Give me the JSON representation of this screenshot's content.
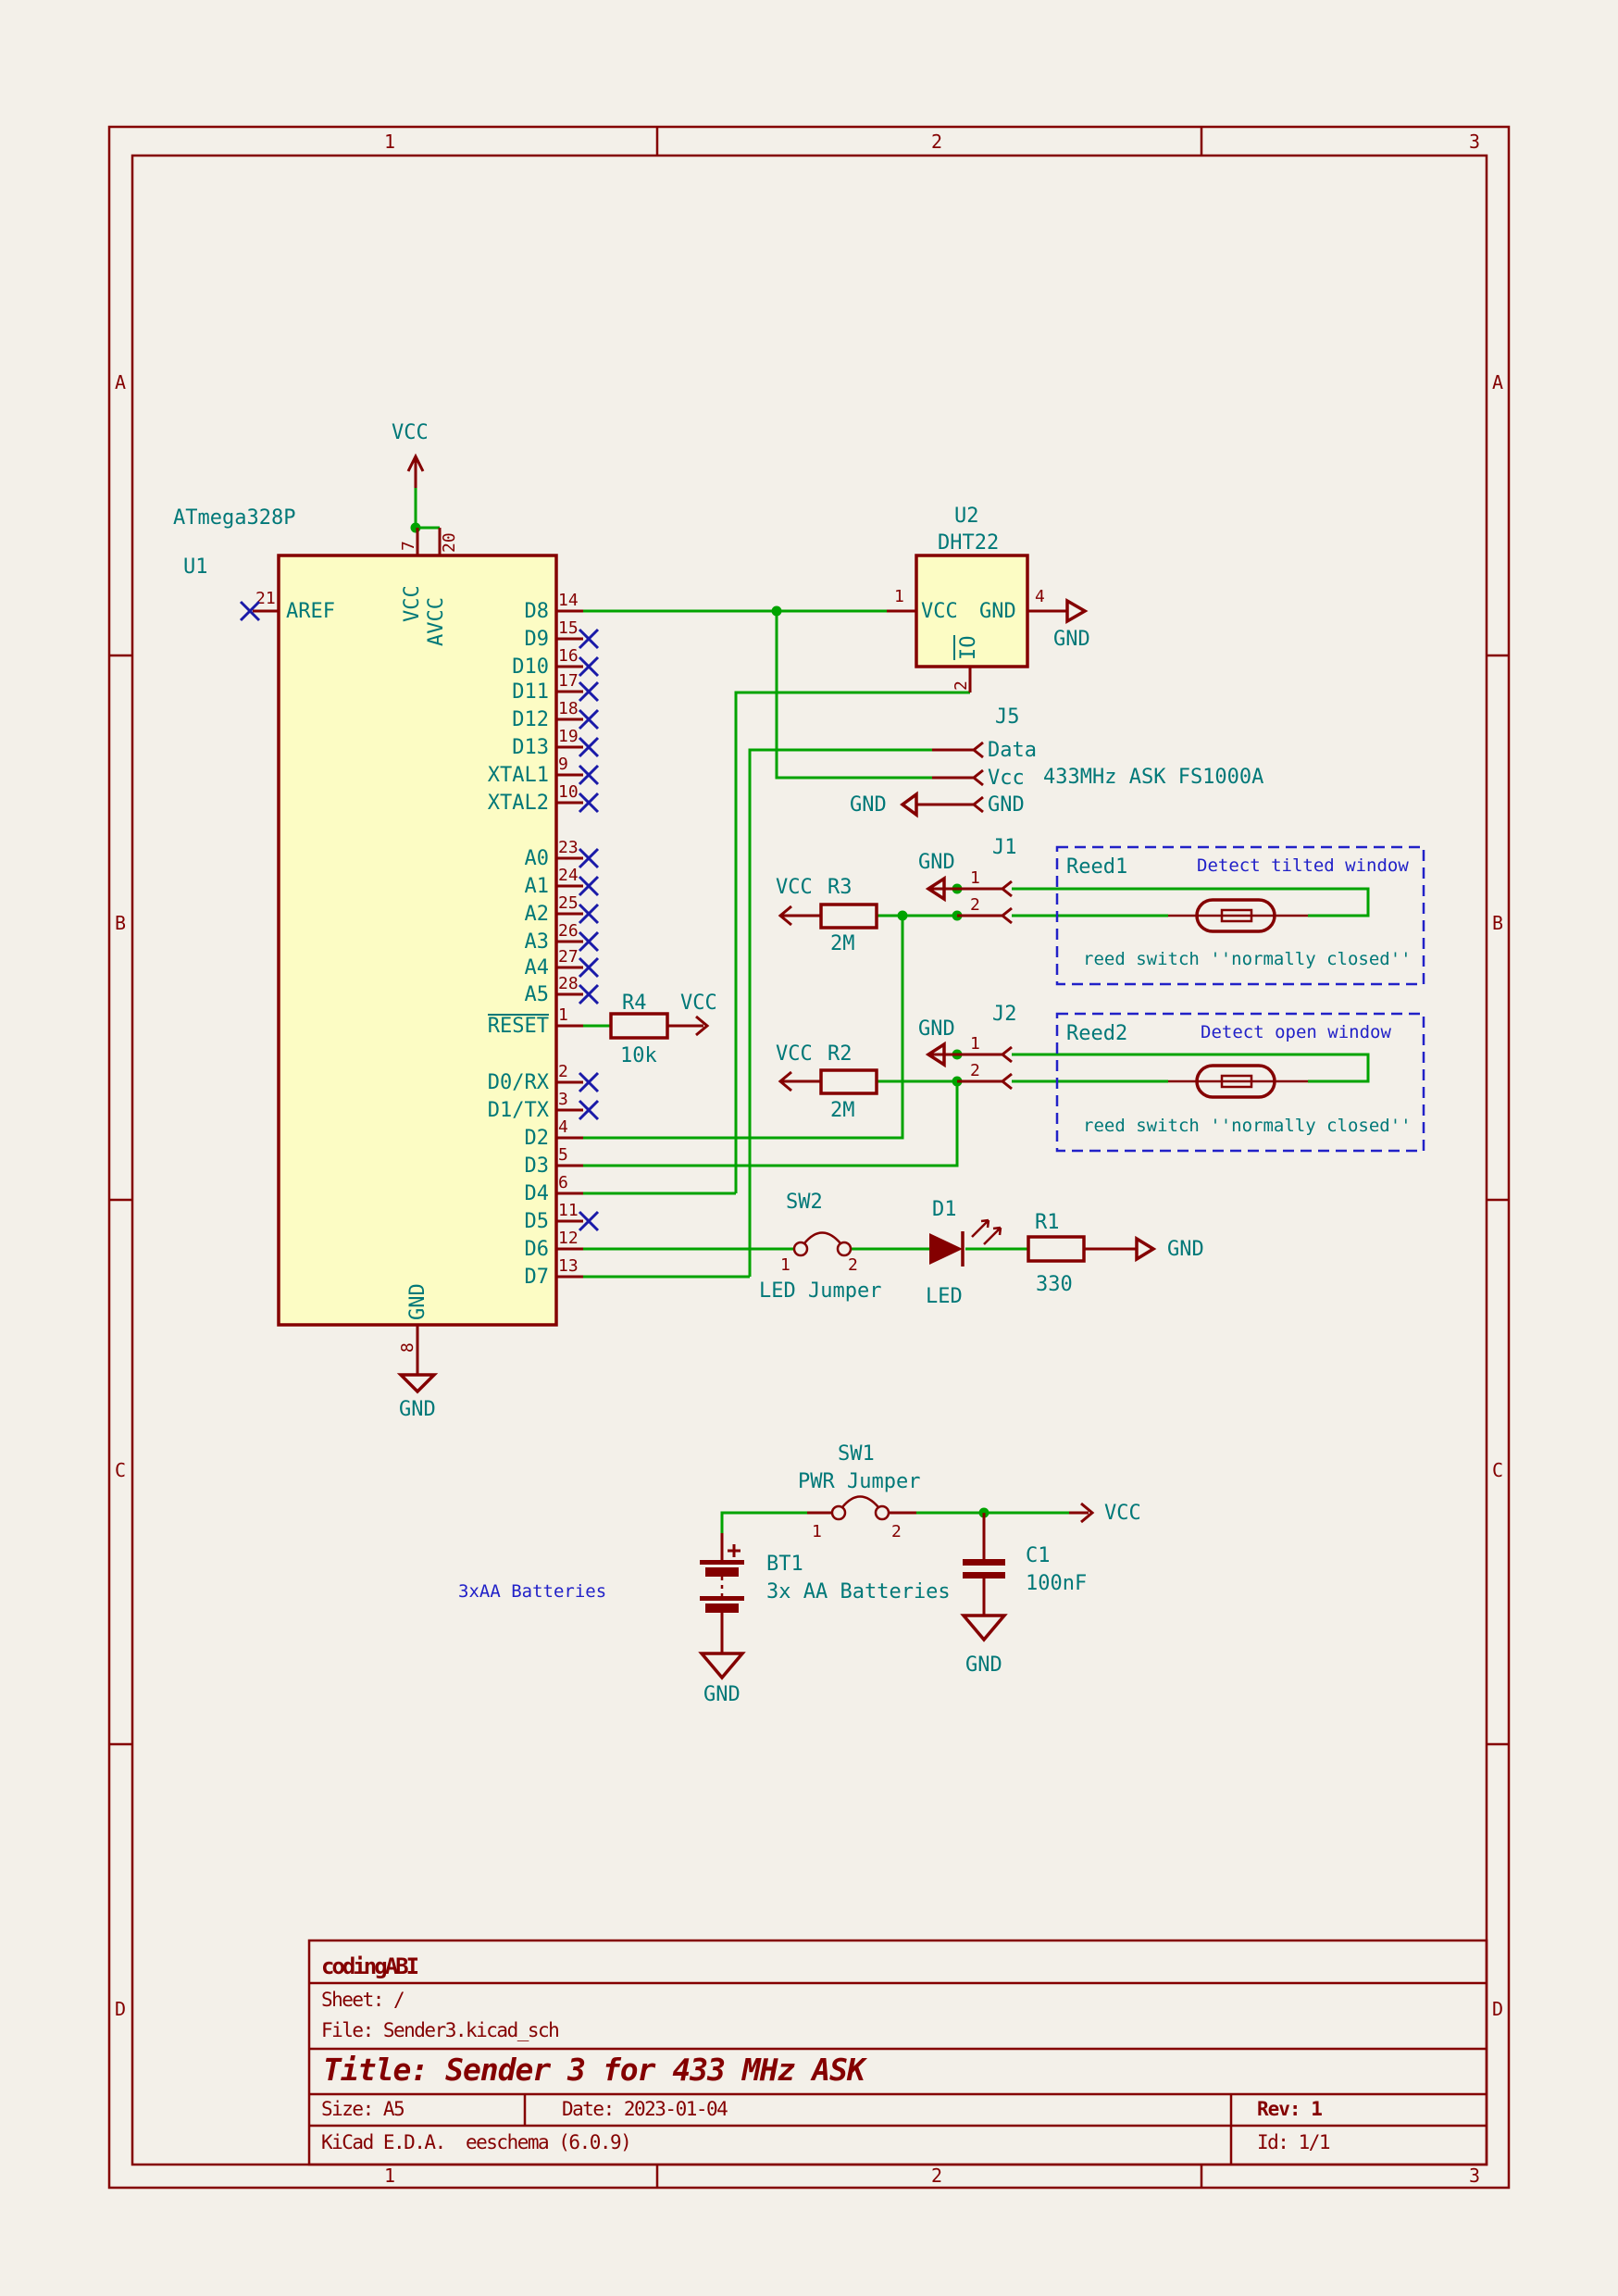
{
  "colors": {
    "background": "#F3F0E9",
    "outline_red": "#840000",
    "wire_green": "#00A300",
    "label_teal": "#007878",
    "note_blue": "#2121C8",
    "no_connect_blue": "#1A1AA8",
    "symbol_fill_yellow": "#FCFCC4"
  },
  "frame": {
    "cols": [
      "1",
      "2",
      "3"
    ],
    "rows": [
      "A",
      "B",
      "C",
      "D"
    ]
  },
  "title_block": {
    "company": "codingABI",
    "sheet": "Sheet: /",
    "file": "File: Sender3.kicad_sch",
    "title": "Title: Sender 3 for 433 MHz ASK",
    "size": "Size: A5",
    "date": "Date: 2023-01-04",
    "rev": "Rev: 1",
    "tool": "KiCad E.D.A.  eeschema (6.0.9)",
    "id": "Id: 1/1"
  },
  "vcc_top": "VCC",
  "u1": {
    "ref": "U1",
    "value": "ATmega328P",
    "aref": {
      "num": "21",
      "name": "AREF"
    },
    "top_pins": [
      {
        "num": "7",
        "name": "VCC"
      },
      {
        "num": "20",
        "name": "AVCC"
      }
    ],
    "bottom_pin": {
      "num": "8",
      "name": "GND"
    },
    "gnd_label": "GND",
    "right_pins": [
      {
        "num": "14",
        "name": "D8"
      },
      {
        "num": "15",
        "name": "D9"
      },
      {
        "num": "16",
        "name": "D10"
      },
      {
        "num": "17",
        "name": "D11"
      },
      {
        "num": "18",
        "name": "D12"
      },
      {
        "num": "19",
        "name": "D13"
      },
      {
        "num": "9",
        "name": "XTAL1"
      },
      {
        "num": "10",
        "name": "XTAL2"
      },
      {
        "num": "23",
        "name": "A0"
      },
      {
        "num": "24",
        "name": "A1"
      },
      {
        "num": "25",
        "name": "A2"
      },
      {
        "num": "26",
        "name": "A3"
      },
      {
        "num": "27",
        "name": "A4"
      },
      {
        "num": "28",
        "name": "A5"
      },
      {
        "num": "1",
        "name": "RESET"
      },
      {
        "num": "2",
        "name": "D0/RX"
      },
      {
        "num": "3",
        "name": "D1/TX"
      },
      {
        "num": "4",
        "name": "D2"
      },
      {
        "num": "5",
        "name": "D3"
      },
      {
        "num": "6",
        "name": "D4"
      },
      {
        "num": "11",
        "name": "D5"
      },
      {
        "num": "12",
        "name": "D6"
      },
      {
        "num": "13",
        "name": "D7"
      }
    ]
  },
  "u2": {
    "ref": "U2",
    "value": "DHT22",
    "pin1": {
      "num": "1",
      "name": "VCC"
    },
    "pin4": {
      "num": "4",
      "name": "GND"
    },
    "pin2": {
      "num": "2",
      "name": "IO"
    },
    "gnd_label": "GND"
  },
  "j5": {
    "ref": "J5",
    "pin_data": "Data",
    "pin_vcc": "Vcc",
    "pin_gnd": "GND",
    "note": "433MHz ASK FS1000A",
    "gnd_label": "GND"
  },
  "j1": {
    "ref": "J1",
    "pin1": "1",
    "pin2": "2",
    "gnd_label": "GND"
  },
  "j2": {
    "ref": "J2",
    "pin1": "1",
    "pin2": "2",
    "gnd_label": "GND"
  },
  "r3": {
    "ref": "R3",
    "value": "2M",
    "vcc_label": "VCC"
  },
  "r2": {
    "ref": "R2",
    "value": "2M",
    "vcc_label": "VCC"
  },
  "r4": {
    "ref": "R4",
    "value": "10k",
    "vcc_label": "VCC"
  },
  "r1": {
    "ref": "R1",
    "value": "330",
    "gnd_label": "GND"
  },
  "d1": {
    "ref": "D1",
    "value": "LED"
  },
  "sw2": {
    "ref": "SW2",
    "value": "LED Jumper",
    "pin1": "1",
    "pin2": "2"
  },
  "sw1": {
    "ref": "SW1",
    "value": "PWR Jumper",
    "pin1": "1",
    "pin2": "2",
    "vcc_label": "VCC"
  },
  "bt1": {
    "ref": "BT1",
    "value": "3x AA Batteries",
    "annotation": "3xAA Batteries",
    "gnd_label": "GND"
  },
  "c1": {
    "ref": "C1",
    "value": "100nF",
    "gnd_label": "GND"
  },
  "reed1": {
    "name": "Reed1",
    "caption": "Detect tilted window",
    "note": "reed switch ''normally closed''"
  },
  "reed2": {
    "name": "Reed2",
    "caption": "Detect open window",
    "note": "reed switch ''normally closed''"
  }
}
